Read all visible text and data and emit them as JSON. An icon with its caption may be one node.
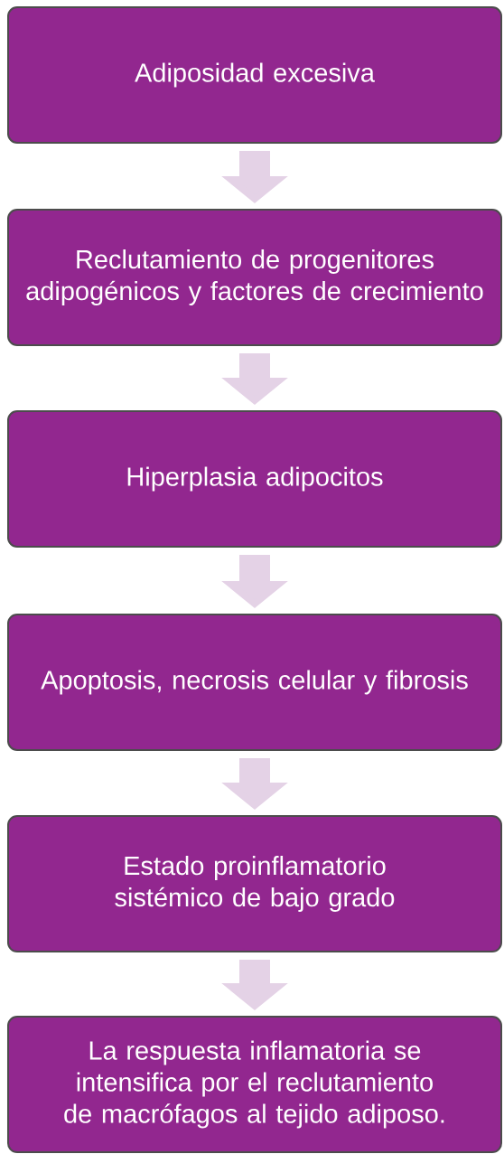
{
  "diagram": {
    "nodes": [
      {
        "text": [
          "Adiposidad excesiva"
        ]
      },
      {
        "text": [
          "Reclutamiento de progenitores adipogénicos y factores de crecimiento"
        ]
      },
      {
        "text": [
          "Hiperplasia adipocitos"
        ]
      },
      {
        "text": [
          "Apoptosis, necrosis celular y fibrosis"
        ]
      },
      {
        "text": [
          "Estado proinflamatorio sistémico de bajo grado"
        ]
      },
      {
        "text": [
          "La respuesta inflamatoria se intensifica por el reclutamiento de macrófagos al tejido adiposo."
        ]
      }
    ],
    "edges": [
      {
        "from": 0,
        "to": 1,
        "arrow": "to"
      },
      {
        "from": 1,
        "to": 2,
        "arrow": "to"
      },
      {
        "from": 2,
        "to": 3,
        "arrow": "to"
      },
      {
        "from": 3,
        "to": 4,
        "arrow": "to"
      },
      {
        "from": 4,
        "to": 5,
        "arrow": "to"
      }
    ]
  }
}
